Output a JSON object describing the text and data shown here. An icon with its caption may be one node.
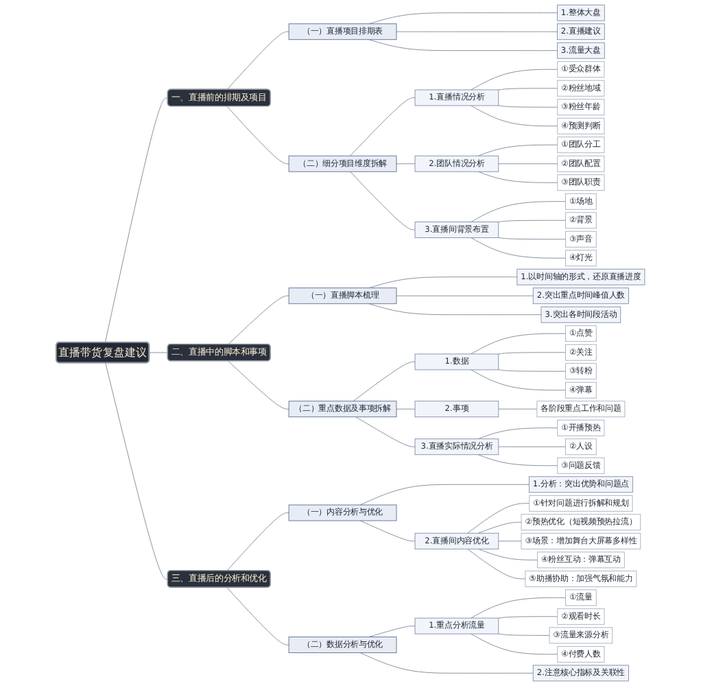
{
  "diagram": {
    "nodes": [
      {
        "text": [
          "直播带货复盘建议"
        ]
      },
      {
        "text": [
          "一、直播前的排期及项目"
        ]
      },
      {
        "text": [
          "（一）直播项目排期表"
        ]
      },
      {
        "text": [
          "1.整体大盘"
        ]
      },
      {
        "text": [
          "2.直播建议"
        ]
      },
      {
        "text": [
          "3.流量大盘"
        ]
      },
      {
        "text": [
          "（二）细分项目维度拆解"
        ]
      },
      {
        "text": [
          "1.直播情况分析"
        ]
      },
      {
        "text": [
          "①受众群体"
        ]
      },
      {
        "text": [
          "②粉丝地域"
        ]
      },
      {
        "text": [
          "③粉丝年龄"
        ]
      },
      {
        "text": [
          "④预测判断"
        ]
      },
      {
        "text": [
          "2.团队情况分析"
        ]
      },
      {
        "text": [
          "①团队分工"
        ]
      },
      {
        "text": [
          "②团队配置"
        ]
      },
      {
        "text": [
          "③团队职责"
        ]
      },
      {
        "text": [
          "3.直播间背景布置"
        ]
      },
      {
        "text": [
          "①场地"
        ]
      },
      {
        "text": [
          "②背景"
        ]
      },
      {
        "text": [
          "③声音"
        ]
      },
      {
        "text": [
          "④灯光"
        ]
      },
      {
        "text": [
          "二、直播中的脚本和事项"
        ]
      },
      {
        "text": [
          "（一）直播脚本梳理"
        ]
      },
      {
        "text": [
          "1.以时间轴的形式，还原直播进度"
        ]
      },
      {
        "text": [
          "2.突出重点时间峰值人数"
        ]
      },
      {
        "text": [
          "3.突出各时间段活动"
        ]
      },
      {
        "text": [
          "（二）重点数据及事项拆解"
        ]
      },
      {
        "text": [
          "1.数据"
        ]
      },
      {
        "text": [
          "①点赞"
        ]
      },
      {
        "text": [
          "②关注"
        ]
      },
      {
        "text": [
          "③转粉"
        ]
      },
      {
        "text": [
          "④弹幕"
        ]
      },
      {
        "text": [
          "2.事项"
        ]
      },
      {
        "text": [
          "各阶段重点工作和问题"
        ]
      },
      {
        "text": [
          "3.直播实际情况分析"
        ]
      },
      {
        "text": [
          "①开播预热"
        ]
      },
      {
        "text": [
          "②人设"
        ]
      },
      {
        "text": [
          "③问题反馈"
        ]
      },
      {
        "text": [
          "三、直播后的分析和优化"
        ]
      },
      {
        "text": [
          "（一）内容分析与优化"
        ]
      },
      {
        "text": [
          "1.分析：突出优势和问题点"
        ]
      },
      {
        "text": [
          "2.直播间内容优化"
        ]
      },
      {
        "text": [
          "①针对问题进行拆解和规划"
        ]
      },
      {
        "text": [
          "②预热优化（短视频预热拉流）"
        ]
      },
      {
        "text": [
          "③场景：增加舞台大屏幕多样性"
        ]
      },
      {
        "text": [
          "④粉丝互动：弹幕互动"
        ]
      },
      {
        "text": [
          "⑤助播协助：加强气氛和能力"
        ]
      },
      {
        "text": [
          "（二）数据分析与优化"
        ]
      },
      {
        "text": [
          "1.重点分析流量"
        ]
      },
      {
        "text": [
          "①流量"
        ]
      },
      {
        "text": [
          "②观看时长"
        ]
      },
      {
        "text": [
          "③流量来源分析"
        ]
      },
      {
        "text": [
          "④付费人数"
        ]
      },
      {
        "text": [
          "2.注意核心指标及关联性"
        ]
      }
    ],
    "edges": [
      {
        "from": 0,
        "to": 1,
        "arrow": "none"
      },
      {
        "from": 1,
        "to": 2,
        "arrow": "none"
      },
      {
        "from": 2,
        "to": 3,
        "arrow": "none"
      },
      {
        "from": 2,
        "to": 4,
        "arrow": "none"
      },
      {
        "from": 2,
        "to": 5,
        "arrow": "none"
      },
      {
        "from": 1,
        "to": 6,
        "arrow": "none"
      },
      {
        "from": 6,
        "to": 7,
        "arrow": "none"
      },
      {
        "from": 7,
        "to": 8,
        "arrow": "none"
      },
      {
        "from": 7,
        "to": 9,
        "arrow": "none"
      },
      {
        "from": 7,
        "to": 10,
        "arrow": "none"
      },
      {
        "from": 7,
        "to": 11,
        "arrow": "none"
      },
      {
        "from": 6,
        "to": 12,
        "arrow": "none"
      },
      {
        "from": 12,
        "to": 13,
        "arrow": "none"
      },
      {
        "from": 12,
        "to": 14,
        "arrow": "none"
      },
      {
        "from": 12,
        "to": 15,
        "arrow": "none"
      },
      {
        "from": 6,
        "to": 16,
        "arrow": "none"
      },
      {
        "from": 16,
        "to": 17,
        "arrow": "none"
      },
      {
        "from": 16,
        "to": 18,
        "arrow": "none"
      },
      {
        "from": 16,
        "to": 19,
        "arrow": "none"
      },
      {
        "from": 16,
        "to": 20,
        "arrow": "none"
      },
      {
        "from": 0,
        "to": 21,
        "arrow": "none"
      },
      {
        "from": 21,
        "to": 22,
        "arrow": "none"
      },
      {
        "from": 22,
        "to": 23,
        "arrow": "none"
      },
      {
        "from": 22,
        "to": 24,
        "arrow": "none"
      },
      {
        "from": 22,
        "to": 25,
        "arrow": "none"
      },
      {
        "from": 21,
        "to": 26,
        "arrow": "none"
      },
      {
        "from": 26,
        "to": 27,
        "arrow": "none"
      },
      {
        "from": 27,
        "to": 28,
        "arrow": "none"
      },
      {
        "from": 27,
        "to": 29,
        "arrow": "none"
      },
      {
        "from": 27,
        "to": 30,
        "arrow": "none"
      },
      {
        "from": 27,
        "to": 31,
        "arrow": "none"
      },
      {
        "from": 26,
        "to": 32,
        "arrow": "none"
      },
      {
        "from": 32,
        "to": 33,
        "arrow": "none"
      },
      {
        "from": 26,
        "to": 34,
        "arrow": "none"
      },
      {
        "from": 34,
        "to": 35,
        "arrow": "none"
      },
      {
        "from": 34,
        "to": 36,
        "arrow": "none"
      },
      {
        "from": 34,
        "to": 37,
        "arrow": "none"
      },
      {
        "from": 0,
        "to": 38,
        "arrow": "none"
      },
      {
        "from": 38,
        "to": 39,
        "arrow": "none"
      },
      {
        "from": 39,
        "to": 40,
        "arrow": "none"
      },
      {
        "from": 39,
        "to": 41,
        "arrow": "none"
      },
      {
        "from": 41,
        "to": 42,
        "arrow": "none"
      },
      {
        "from": 41,
        "to": 43,
        "arrow": "none"
      },
      {
        "from": 41,
        "to": 44,
        "arrow": "none"
      },
      {
        "from": 41,
        "to": 45,
        "arrow": "none"
      },
      {
        "from": 41,
        "to": 46,
        "arrow": "none"
      },
      {
        "from": 38,
        "to": 47,
        "arrow": "none"
      },
      {
        "from": 47,
        "to": 48,
        "arrow": "none"
      },
      {
        "from": 48,
        "to": 49,
        "arrow": "none"
      },
      {
        "from": 48,
        "to": 50,
        "arrow": "none"
      },
      {
        "from": 48,
        "to": 51,
        "arrow": "none"
      },
      {
        "from": 48,
        "to": 52,
        "arrow": "none"
      },
      {
        "from": 47,
        "to": 53,
        "arrow": "none"
      }
    ]
  }
}
